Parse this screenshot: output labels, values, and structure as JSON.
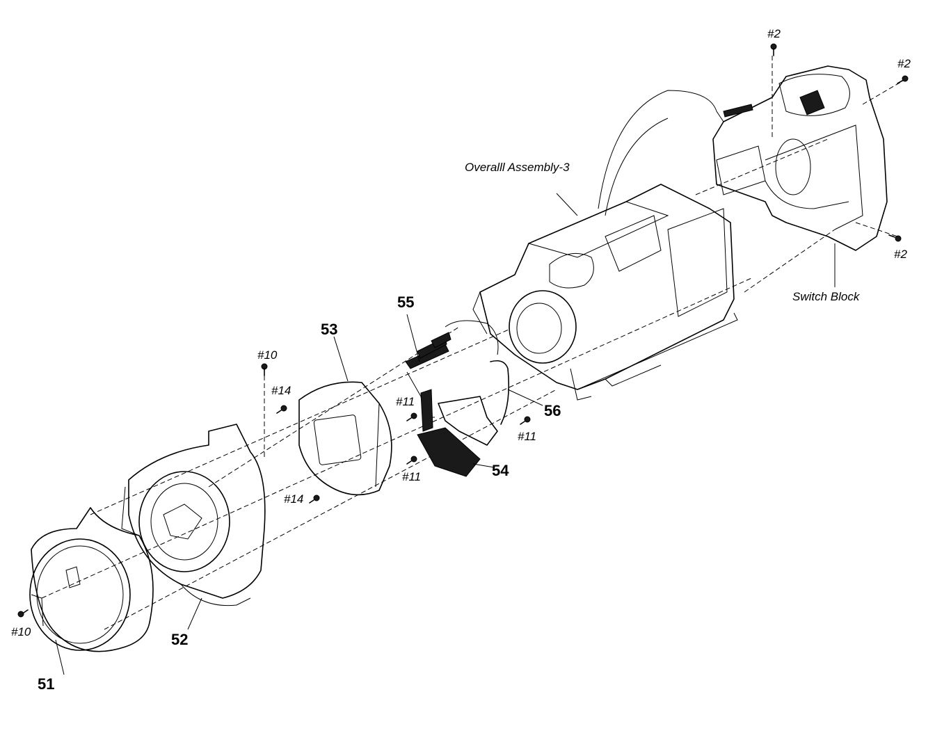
{
  "labels": {
    "overall_assembly": "Overalll Assembly-3",
    "switch_block": "Switch Block",
    "part_51": "51",
    "part_52": "52",
    "part_53": "53",
    "part_54": "54",
    "part_55": "55",
    "part_56": "56",
    "screw_2_top": "#2",
    "screw_2_right_top": "#2",
    "screw_2_right": "#2",
    "screw_10_top": "#10",
    "screw_10_left": "#10",
    "screw_14_top": "#14",
    "screw_14_bottom": "#14",
    "screw_11_top": "#11",
    "screw_11_right": "#11",
    "screw_11_bottom": "#11"
  }
}
